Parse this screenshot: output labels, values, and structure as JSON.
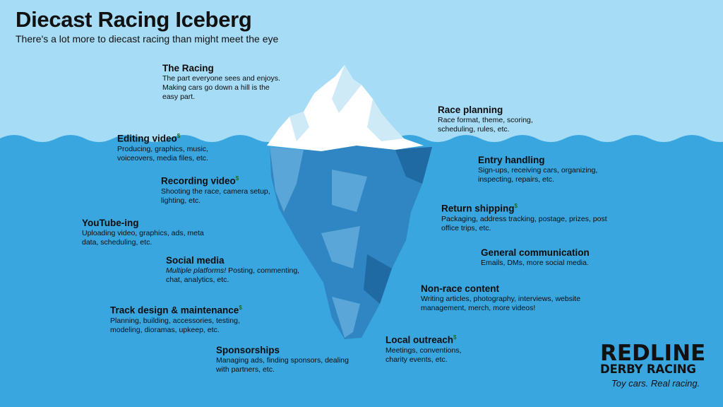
{
  "title": "Diecast Racing Iceberg",
  "subtitle": "There's a lot more to diecast racing than might meet the eye",
  "dollar_sign": "$",
  "items": {
    "the_racing": {
      "heading": "The Racing",
      "desc": "The part everyone sees and enjoys. Making cars go down a hill is the easy part."
    },
    "editing_video": {
      "heading": "Editing video",
      "desc": "Producing, graphics, music, voiceovers, media files, etc."
    },
    "recording_video": {
      "heading": "Recording video",
      "desc": "Shooting the race, camera setup, lighting, etc."
    },
    "youtubing": {
      "heading": "YouTube-ing",
      "desc": "Uploading video, graphics, ads, meta data, scheduling, etc."
    },
    "social_media": {
      "heading": "Social media",
      "desc_emphasis": "Multiple platforms!",
      "desc": " Posting, commenting, chat, analytics, etc."
    },
    "track_design": {
      "heading": "Track design & maintenance",
      "desc": "Planning, building, accessories, testing, modeling, dioramas, upkeep, etc."
    },
    "sponsorships": {
      "heading": "Sponsorships",
      "desc": "Managing ads, finding sponsors, dealing with partners, etc."
    },
    "race_planning": {
      "heading": "Race planning",
      "desc": "Race format, theme, scoring, scheduling, rules, etc."
    },
    "entry_handling": {
      "heading": "Entry handling",
      "desc": "Sign-ups, receiving cars, organizing, inspecting, repairs, etc."
    },
    "return_shipping": {
      "heading": "Return shipping",
      "desc": "Packaging, address tracking, postage, prizes, post office trips, etc."
    },
    "general_communication": {
      "heading": "General communication",
      "desc": "Emails, DMs, more social media."
    },
    "non_race_content": {
      "heading": "Non-race content",
      "desc": "Writing articles, photography, interviews, website management, merch, more videos!"
    },
    "local_outreach": {
      "heading": "Local outreach",
      "desc": "Meetings, conventions, charity events, etc."
    }
  },
  "logo": {
    "line1": "REDLINE",
    "line2": "DERBY RACING",
    "tagline": "Toy cars. Real racing."
  },
  "colors": {
    "sky": "#a6dcf5",
    "water": "#39a6e0",
    "ice_top": "#ffffff",
    "ice_shadow": "#cfeaf7",
    "ice_under": "#2f86c2",
    "ice_under_light": "#5aa6d8",
    "ice_under_dark": "#1f6aa3",
    "dollar": "#1f6b1f"
  }
}
